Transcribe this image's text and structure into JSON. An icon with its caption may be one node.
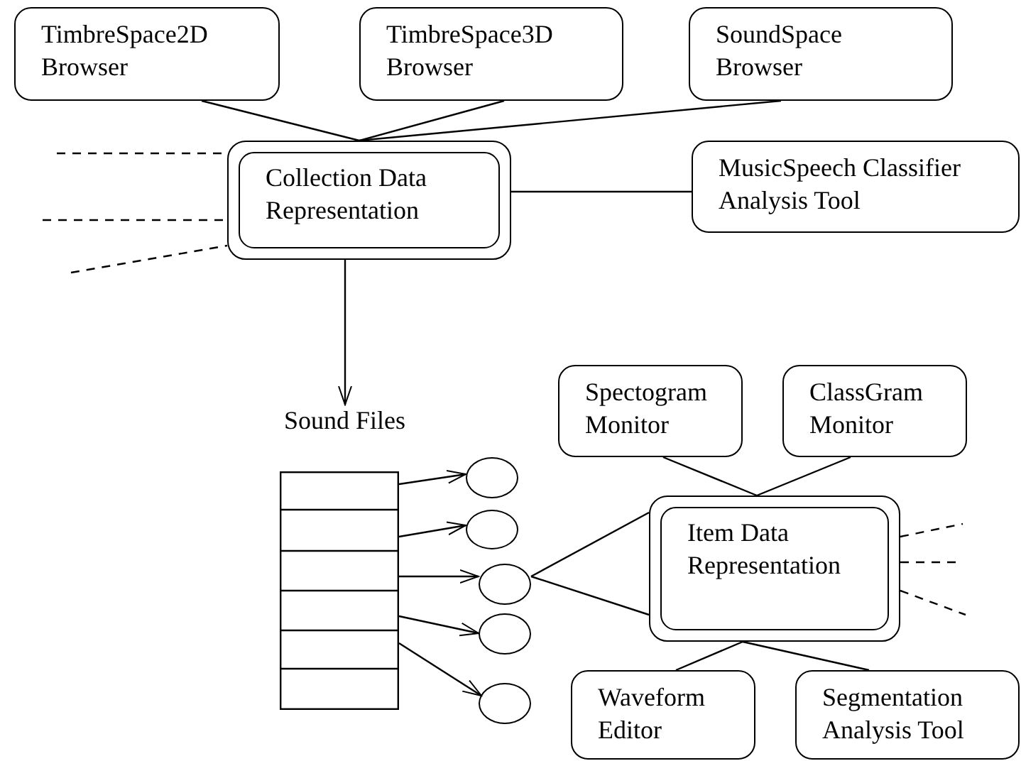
{
  "diagram": {
    "nodes": [
      {
        "text": [
          "TimbreSpace2D Browser"
        ]
      },
      {
        "text": [
          "TimbreSpace3D Browser"
        ]
      },
      {
        "text": [
          "SoundSpace Browser"
        ]
      },
      {
        "text": [
          "Collection Data Representation"
        ]
      },
      {
        "text": [
          "MusicSpeech Classifier Analysis Tool"
        ]
      },
      {
        "text": [],
        "shape": "bar",
        "beside": [
          "Sound Files"
        ]
      },
      {
        "text": [],
        "shape": "oval"
      },
      {
        "text": [],
        "shape": "oval"
      },
      {
        "text": [],
        "shape": "oval"
      },
      {
        "text": [],
        "shape": "oval"
      },
      {
        "text": [],
        "shape": "oval"
      },
      {
        "text": [
          "Spectogram Monitor"
        ]
      },
      {
        "text": [
          "ClassGram Monitor"
        ]
      },
      {
        "text": [
          "Item Data Representation"
        ]
      },
      {
        "text": [
          "Waveform Editor"
        ]
      },
      {
        "text": [
          "Segmentation Analysis Tool"
        ]
      }
    ],
    "edges": [
      {
        "from": 0,
        "to": 3,
        "arrow": "none"
      },
      {
        "from": 1,
        "to": 3,
        "arrow": "none"
      },
      {
        "from": 2,
        "to": 3,
        "arrow": "none"
      },
      {
        "from": 3,
        "to": 4,
        "arrow": "none"
      },
      {
        "from": null,
        "to": 3,
        "arrow": "none",
        "style": "dashed"
      },
      {
        "from": null,
        "to": 3,
        "arrow": "none",
        "style": "dashed"
      },
      {
        "from": null,
        "to": 3,
        "arrow": "none",
        "style": "dashed"
      },
      {
        "from": 3,
        "to": 5,
        "arrow": "to"
      },
      {
        "from": 5,
        "to": 6,
        "arrow": "to"
      },
      {
        "from": 5,
        "to": 7,
        "arrow": "to"
      },
      {
        "from": 5,
        "to": 8,
        "arrow": "to"
      },
      {
        "from": 5,
        "to": 9,
        "arrow": "to"
      },
      {
        "from": 5,
        "to": 10,
        "arrow": "to"
      },
      {
        "from": 8,
        "to": 13,
        "arrow": "none"
      },
      {
        "from": 8,
        "to": 13,
        "arrow": "none"
      },
      {
        "from": 11,
        "to": 13,
        "arrow": "none"
      },
      {
        "from": 12,
        "to": 13,
        "arrow": "none"
      },
      {
        "from": 13,
        "to": 14,
        "arrow": "none"
      },
      {
        "from": 13,
        "to": 15,
        "arrow": "none"
      },
      {
        "from": 13,
        "to": null,
        "arrow": "none",
        "style": "dashed"
      },
      {
        "from": 13,
        "to": null,
        "arrow": "none",
        "style": "dashed"
      },
      {
        "from": 13,
        "to": null,
        "arrow": "none",
        "style": "dashed"
      }
    ]
  }
}
